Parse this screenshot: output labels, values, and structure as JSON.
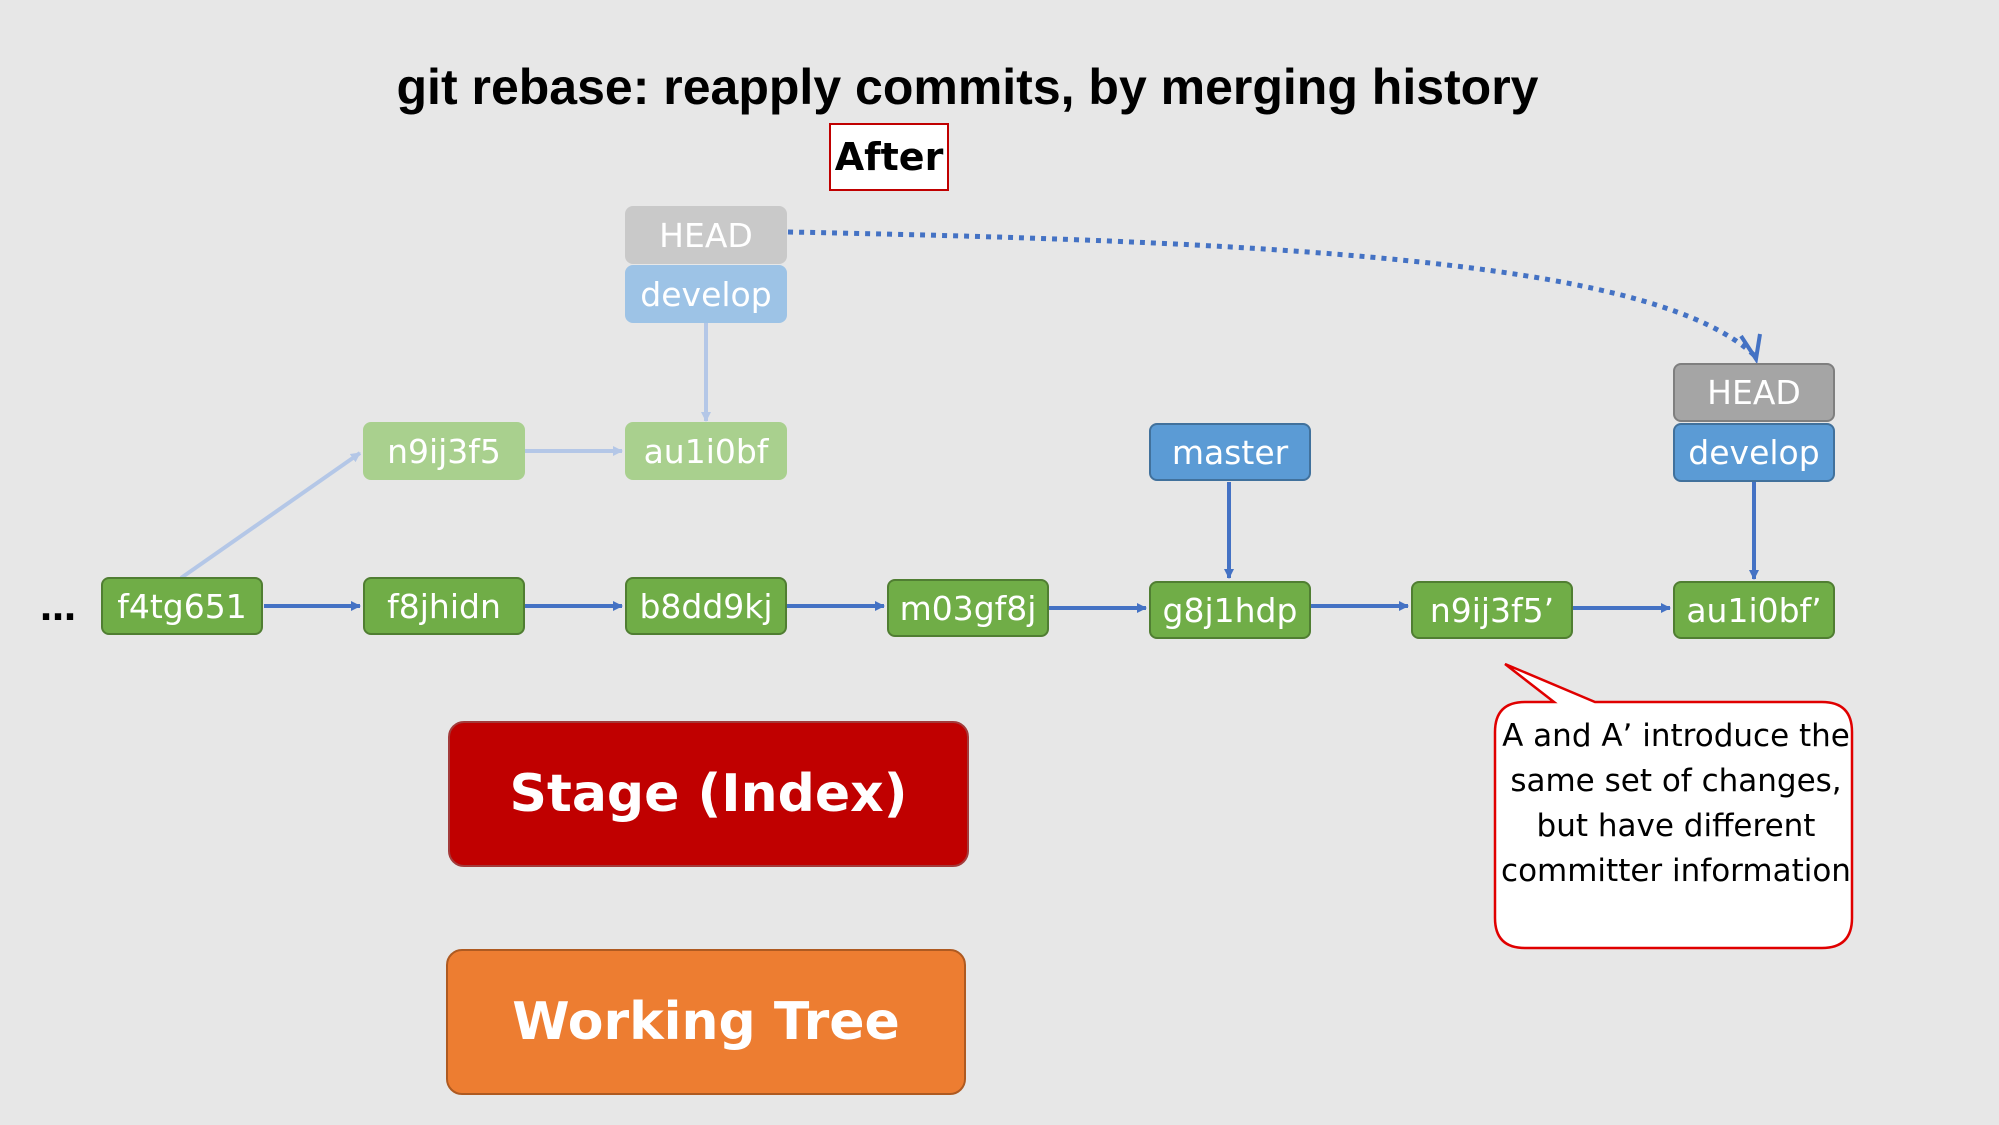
{
  "title": "git rebase: reapply commits, by merging history",
  "state_label": "After",
  "ellipsis": "…",
  "commits": {
    "c1": "f4tg651",
    "c2": "f8jhidn",
    "c3": "b8dd9kj",
    "c4": "m03gf8j",
    "c5": "g8j1hdp",
    "c6": "n9ij3f5’",
    "c7": "au1i0bf’"
  },
  "old_commits": {
    "a": "n9ij3f5",
    "b": "au1i0bf"
  },
  "refs": {
    "old_head": "HEAD",
    "old_develop": "develop",
    "master": "master",
    "new_head": "HEAD",
    "new_develop": "develop"
  },
  "areas": {
    "stage": "Stage (Index)",
    "working_tree": "Working Tree"
  },
  "callout": "A and A’ introduce the same set of changes, but have different committer information",
  "colors": {
    "background": "#e7e7e7",
    "commit": "#70ad47",
    "branch": "#5b9bd5",
    "head": "#a5a5a5",
    "stage": "#c00000",
    "working_tree": "#ed7d31",
    "arrow": "#4472c4"
  }
}
